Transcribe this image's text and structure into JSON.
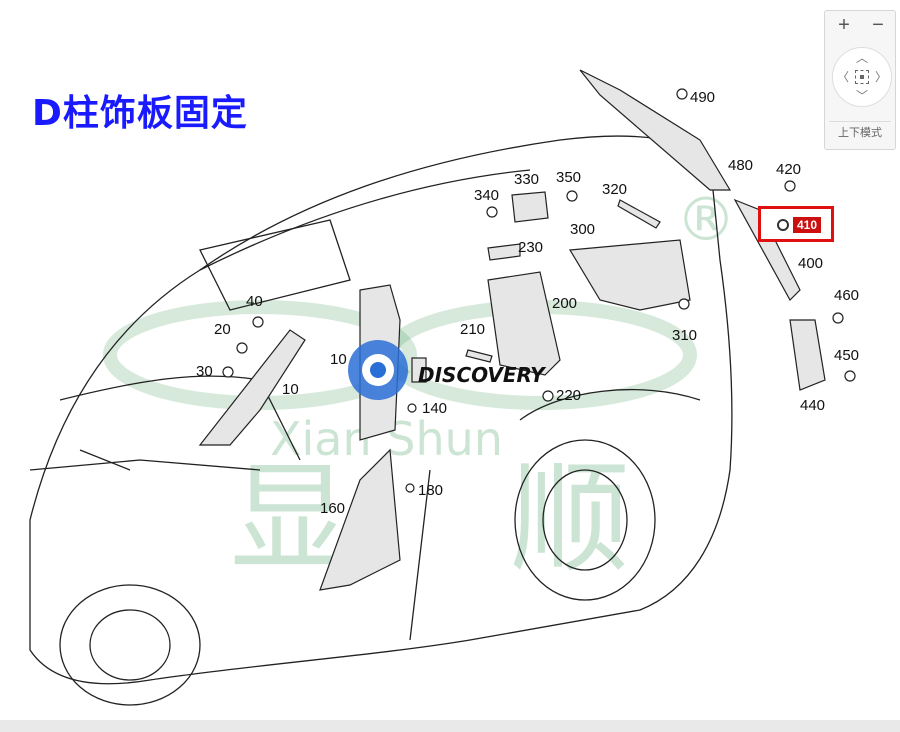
{
  "title": "D柱饰板固定",
  "watermark": {
    "pinyin": "Xian Shun",
    "chars": [
      "显",
      "顺"
    ],
    "logo_text": "DISCOVERY",
    "registered": "®"
  },
  "callouts": {
    "c10": "10",
    "c20": "20",
    "c30": "30",
    "c40": "40",
    "c100": "10",
    "c140": "140",
    "c160": "160",
    "c180": "180",
    "c200": "200",
    "c210": "210",
    "c220": "220",
    "c230": "230",
    "c300": "300",
    "c310": "310",
    "c320": "320",
    "c330": "330",
    "c340": "340",
    "c350": "350",
    "c400": "400",
    "c420": "420",
    "c440": "440",
    "c450": "450",
    "c460": "460",
    "c480": "480",
    "c490": "490"
  },
  "highlight": {
    "label": "410",
    "color": "#cc1010"
  },
  "zoom_controls": {
    "zoom_in": "+",
    "zoom_out": "−",
    "up": "︿",
    "down": "﹀",
    "left": "〈",
    "right": "〉",
    "mode_label": "上下模式"
  },
  "colors": {
    "title": "#1a1aff",
    "highlight_border": "#e01010",
    "watermark": "#5aa870"
  }
}
